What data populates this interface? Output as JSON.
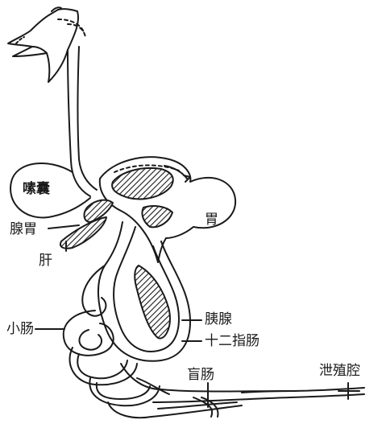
{
  "labels": {
    "crop": "嗉囊",
    "proventriculus": "腺胃",
    "liver": "肝",
    "gizzard": "胃",
    "pancreas": "胰腺",
    "duodenum": "十二指肠",
    "small_intestine": "小肠",
    "cecum": "盲肠",
    "cloaca": "泄殖腔"
  },
  "colors": {
    "ink": "#1a1a1a",
    "background": "#ffffff"
  }
}
